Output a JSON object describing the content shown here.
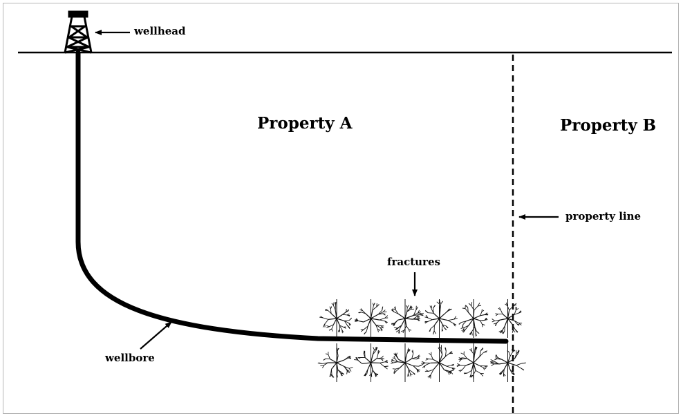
{
  "labels": {
    "wellhead": "wellhead",
    "property_a": "Property A",
    "property_b": "Property B",
    "property_line": "property line",
    "fractures": "fractures",
    "wellbore": "wellbore"
  },
  "colors": {
    "ink": "#000000",
    "background": "#ffffff",
    "frame": "#b5b5b5"
  },
  "fractures": {
    "columns": 6,
    "rows": 2
  }
}
